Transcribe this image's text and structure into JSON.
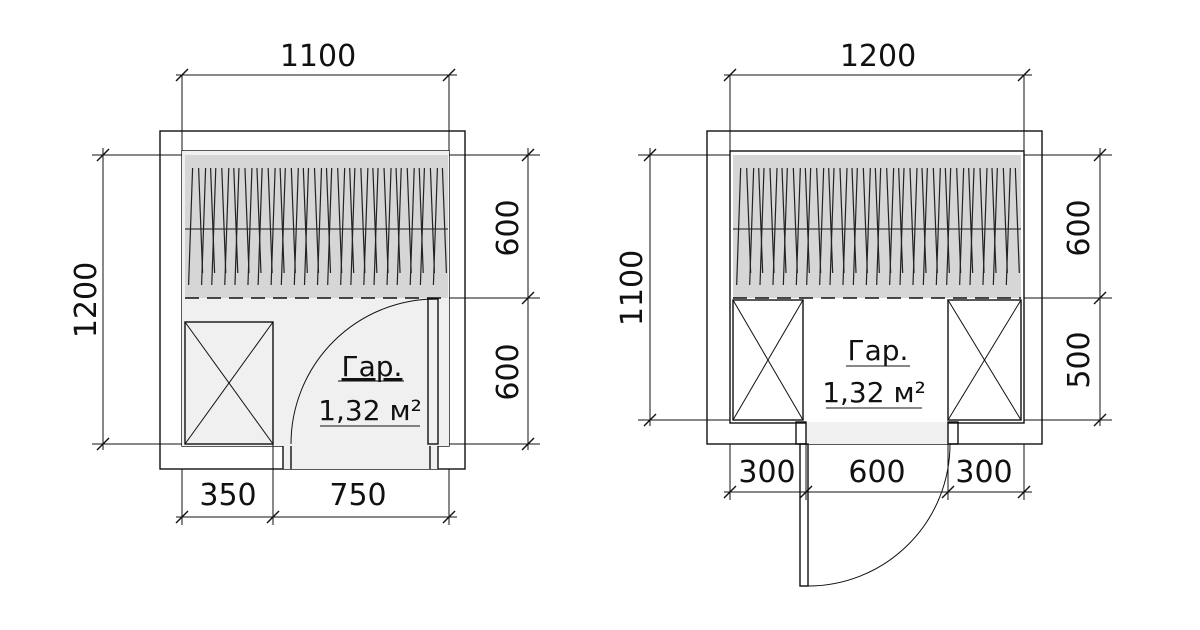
{
  "plans": [
    {
      "id": "plan-a",
      "dims": {
        "top": "1100",
        "left": "1200",
        "right_upper": "600",
        "right_lower": "600",
        "bottom_left": "350",
        "bottom_right": "750"
      },
      "room_label": "Гар.",
      "room_area": "1,32 м²"
    },
    {
      "id": "plan-b",
      "dims": {
        "top": "1200",
        "left": "1100",
        "right_upper": "600",
        "right_lower": "500",
        "bottom_left": "300",
        "bottom_mid": "600",
        "bottom_right": "300"
      },
      "room_label": "Гар.",
      "room_area": "1,32 м²"
    }
  ],
  "colors": {
    "line": "#111111",
    "rail_fill": "#d6d6d6",
    "floor_fill": "#ebebeb",
    "hatch": "#b5b5b5"
  }
}
